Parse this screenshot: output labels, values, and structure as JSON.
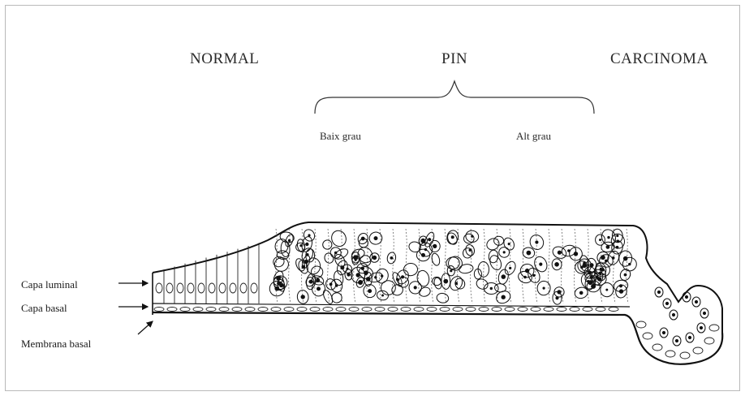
{
  "stages": {
    "normal": "NORMAL",
    "pin": "PIN",
    "carcinoma": "CARCINOMA"
  },
  "pin_grades": {
    "low": "Baix grau",
    "high": "Alt grau"
  },
  "layers": {
    "luminal": "Capa luminal",
    "basal": "Capa basal",
    "membrane": "Membrana basal"
  }
}
